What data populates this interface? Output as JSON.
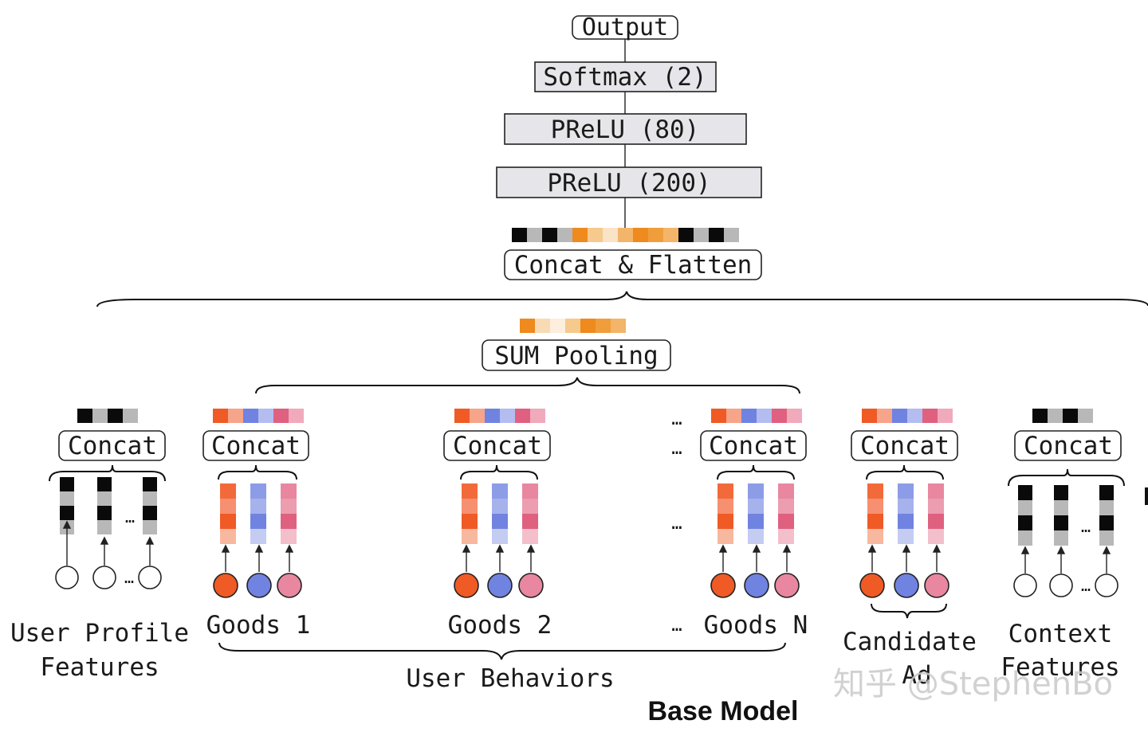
{
  "top": {
    "output": "Output",
    "softmax": "Softmax (2)",
    "prelu80": "PReLU (80)",
    "prelu200": "PReLU (200)",
    "concat_flatten": "Concat & Flatten",
    "sum_pooling": "SUM Pooling"
  },
  "groups": {
    "concat_label": "Concat",
    "user_profile_line1": "User Profile",
    "user_profile_line2": "Features",
    "goods1": "Goods 1",
    "goods2": "Goods 2",
    "goodsN": "Goods N",
    "candidate_line1": "Candidate",
    "candidate_line2": "Ad",
    "context_line1": "Context",
    "context_line2": "Features",
    "user_behaviors": "User Behaviors",
    "ellipsis": "…"
  },
  "title": "Base Model",
  "watermark": "知乎 @StephenBo",
  "colors": {
    "orange_dark": "#ee8a1e",
    "orange_mid": "#f3b56a",
    "orange_light": "#f8dbb4",
    "red": "#f05a24",
    "blue": "#7083e0",
    "pink": "#e8879f",
    "black": "#0a0a0a",
    "gray": "#b8b8b8"
  }
}
